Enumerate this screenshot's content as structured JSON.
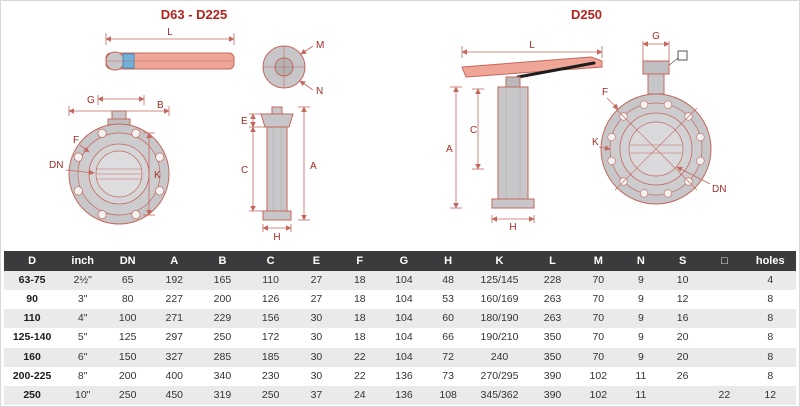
{
  "titles": {
    "left": "D63 - D225",
    "right": "D250"
  },
  "dims": {
    "L": "L",
    "M": "M",
    "N": "N",
    "G": "G",
    "B": "B",
    "F": "F",
    "DN": "DN",
    "K": "K",
    "A": "A",
    "E": "E",
    "C": "C",
    "H": "H",
    "square": "□"
  },
  "table": {
    "headers": [
      "D",
      "inch",
      "DN",
      "A",
      "B",
      "C",
      "E",
      "F",
      "G",
      "H",
      "K",
      "L",
      "M",
      "N",
      "S",
      "□",
      "holes"
    ],
    "rows": [
      [
        "63-75",
        "2½\"",
        "65",
        "192",
        "165",
        "110",
        "27",
        "18",
        "104",
        "48",
        "125/145",
        "228",
        "70",
        "9",
        "10",
        "",
        "4"
      ],
      [
        "90",
        "3\"",
        "80",
        "227",
        "200",
        "126",
        "27",
        "18",
        "104",
        "53",
        "160/169",
        "263",
        "70",
        "9",
        "12",
        "",
        "8"
      ],
      [
        "110",
        "4\"",
        "100",
        "271",
        "229",
        "156",
        "30",
        "18",
        "104",
        "60",
        "180/190",
        "263",
        "70",
        "9",
        "16",
        "",
        "8"
      ],
      [
        "125-140",
        "5\"",
        "125",
        "297",
        "250",
        "172",
        "30",
        "18",
        "104",
        "66",
        "190/210",
        "350",
        "70",
        "9",
        "20",
        "",
        "8"
      ],
      [
        "160",
        "6\"",
        "150",
        "327",
        "285",
        "185",
        "30",
        "22",
        "104",
        "72",
        "240",
        "350",
        "70",
        "9",
        "20",
        "",
        "8"
      ],
      [
        "200-225",
        "8\"",
        "200",
        "400",
        "340",
        "230",
        "30",
        "22",
        "136",
        "73",
        "270/295",
        "390",
        "102",
        "11",
        "26",
        "",
        "8"
      ],
      [
        "250",
        "10\"",
        "250",
        "450",
        "319",
        "250",
        "37",
        "24",
        "136",
        "108",
        "345/362",
        "390",
        "102",
        "11",
        "",
        "22",
        "12"
      ]
    ]
  },
  "colors": {
    "accent_red": "#b3241f",
    "drawing_line": "#c4675c",
    "drawing_fill": "#c7c7ca",
    "handle_fill": "#f0a696",
    "header_bg": "#3b3b3d",
    "row_stripe": "#eaeaea"
  }
}
